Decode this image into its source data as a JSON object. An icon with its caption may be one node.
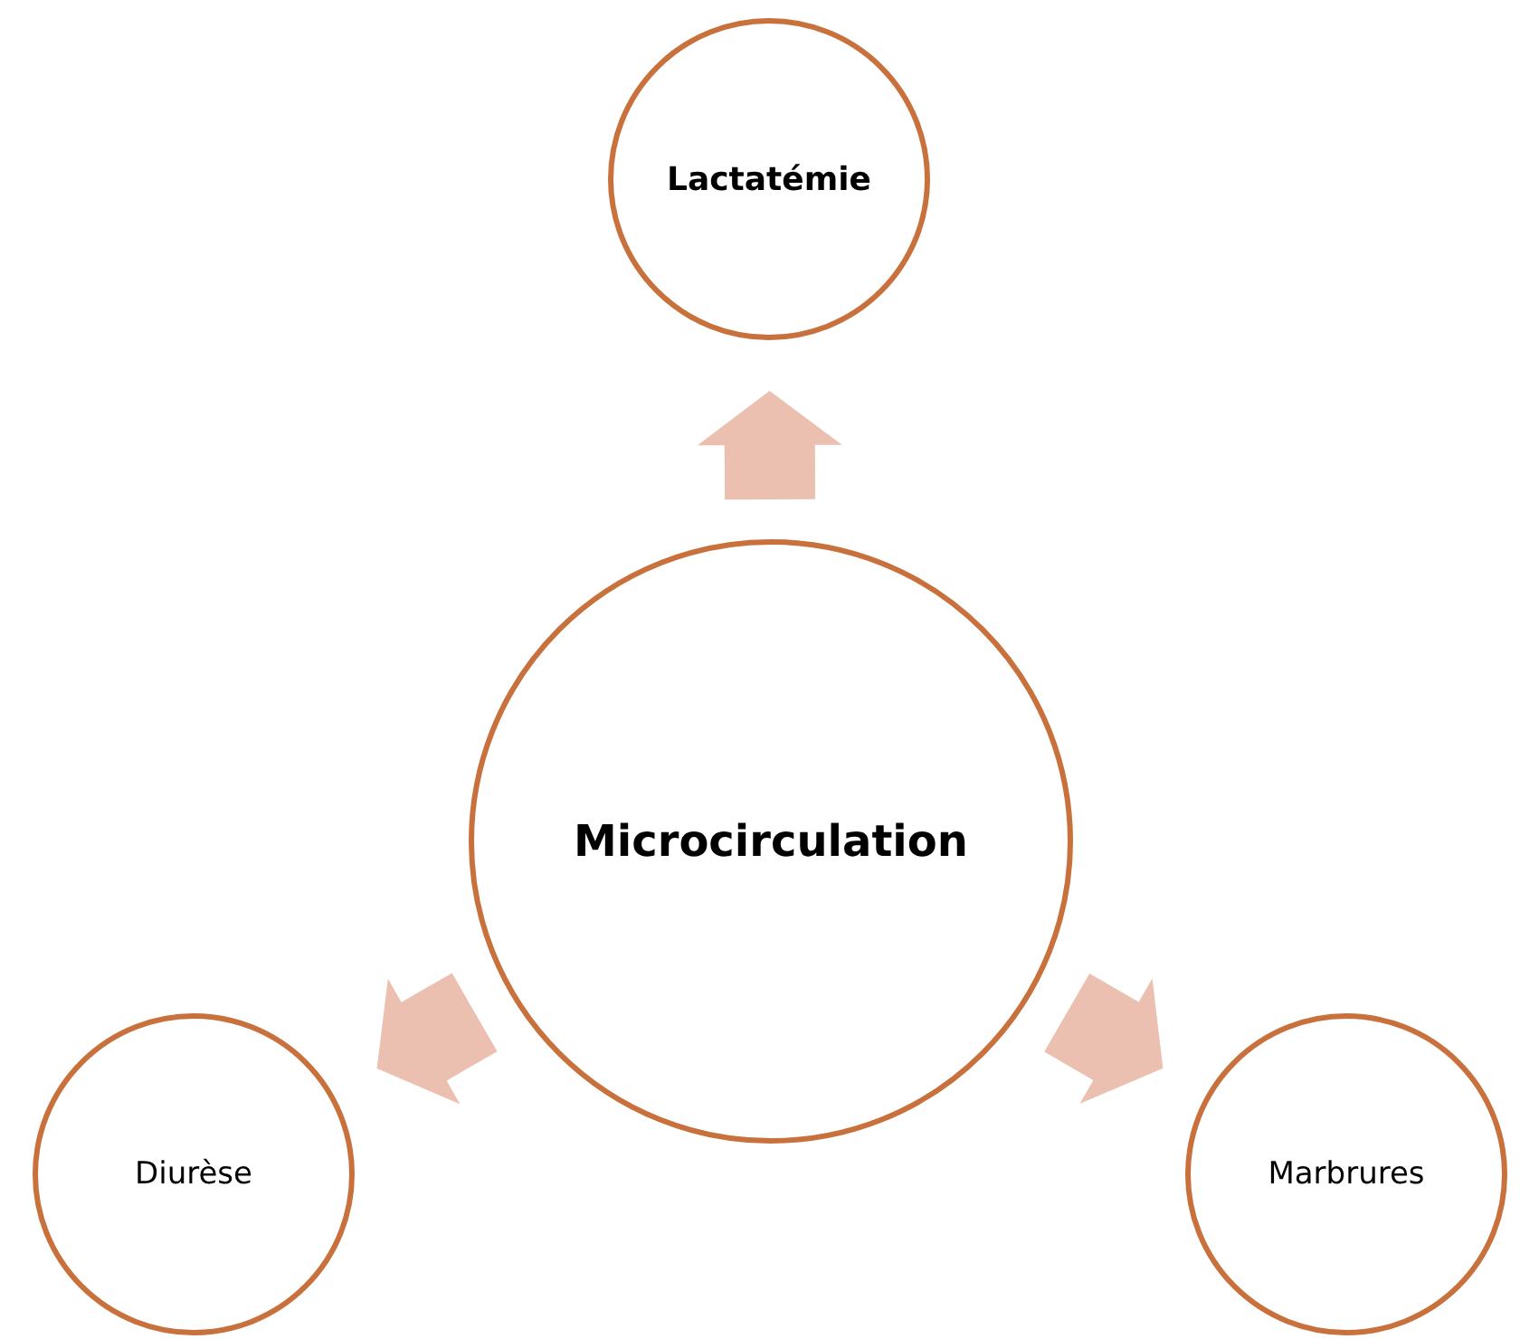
{
  "diagram": {
    "nodes": [
      {
        "text": [
          "Lactatémie"
        ]
      },
      {
        "text": [
          "Microcirculation"
        ]
      },
      {
        "text": [
          "Diurèse"
        ]
      },
      {
        "text": [
          "Marbrures"
        ]
      }
    ],
    "edges": [
      {
        "from": 1,
        "to": 0,
        "arrow": "to"
      },
      {
        "from": 1,
        "to": 2,
        "arrow": "to"
      },
      {
        "from": 1,
        "to": 3,
        "arrow": "to"
      }
    ]
  }
}
